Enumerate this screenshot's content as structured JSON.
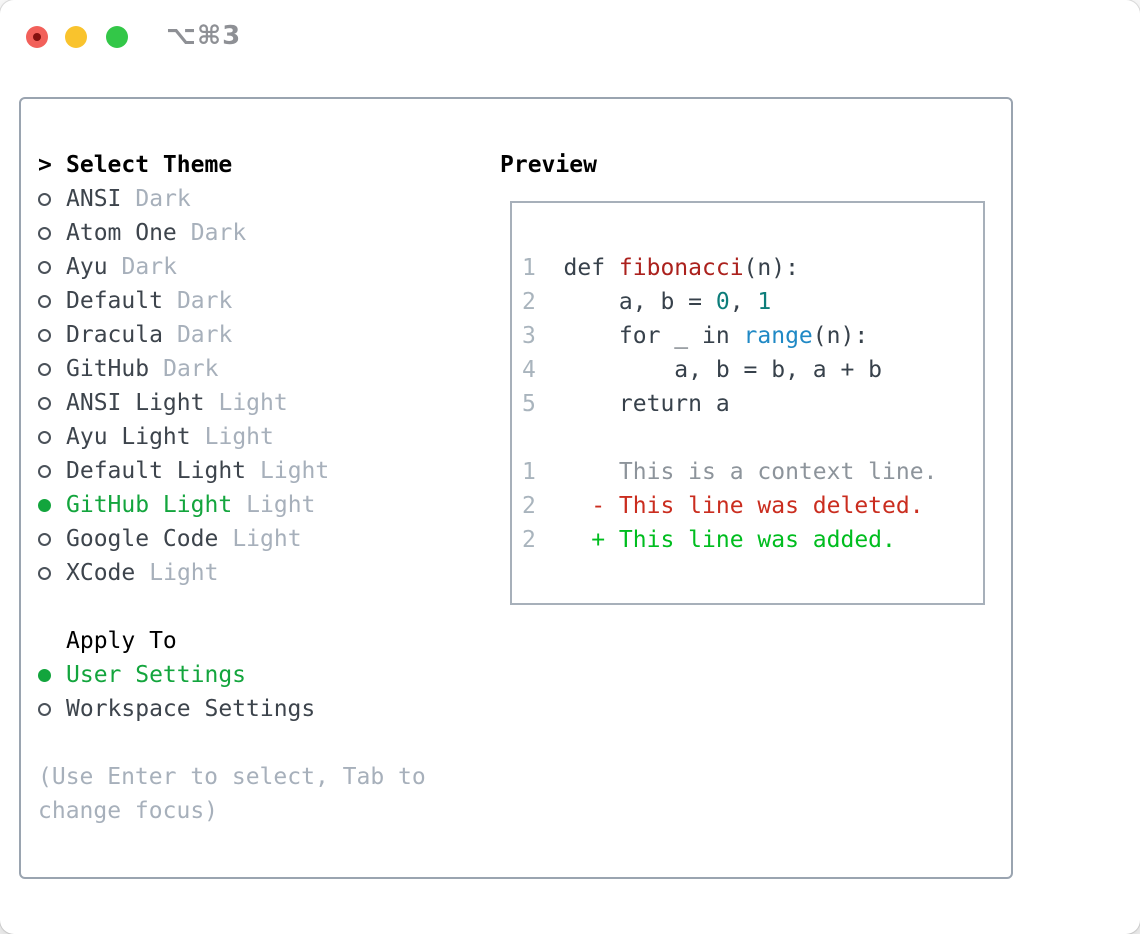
{
  "window": {
    "title": "⌥⌘3",
    "traffic_lights": [
      {
        "name": "close",
        "color": "#f2605a"
      },
      {
        "name": "minimize",
        "color": "#f9c32d"
      },
      {
        "name": "zoom",
        "color": "#33c748"
      }
    ]
  },
  "theme_picker": {
    "header": {
      "focus_indicator": ">",
      "label": "Select Theme"
    },
    "themes": [
      {
        "name": "ANSI",
        "variant": "Dark",
        "selected": false
      },
      {
        "name": "Atom One",
        "variant": "Dark",
        "selected": false
      },
      {
        "name": "Ayu",
        "variant": "Dark",
        "selected": false
      },
      {
        "name": "Default",
        "variant": "Dark",
        "selected": false
      },
      {
        "name": "Dracula",
        "variant": "Dark",
        "selected": false
      },
      {
        "name": "GitHub",
        "variant": "Dark",
        "selected": false
      },
      {
        "name": "ANSI Light",
        "variant": "Light",
        "selected": false
      },
      {
        "name": "Ayu Light",
        "variant": "Light",
        "selected": false
      },
      {
        "name": "Default Light",
        "variant": "Light",
        "selected": false
      },
      {
        "name": "GitHub Light",
        "variant": "Light",
        "selected": true
      },
      {
        "name": "Google Code",
        "variant": "Light",
        "selected": false
      },
      {
        "name": "XCode",
        "variant": "Light",
        "selected": false
      }
    ],
    "apply_to": {
      "label": "Apply To",
      "options": [
        {
          "name": "User Settings",
          "selected": true
        },
        {
          "name": "Workspace Settings",
          "selected": false
        }
      ]
    },
    "hint_lines": [
      "(Use Enter to select, Tab to",
      "change focus)"
    ]
  },
  "preview": {
    "title": "Preview",
    "code_lines": [
      {
        "num": "1",
        "segments": [
          {
            "t": "def ",
            "s": "fg"
          },
          {
            "t": "fibonacci",
            "s": "fn"
          },
          {
            "t": "(n):",
            "s": "fg"
          }
        ]
      },
      {
        "num": "2",
        "segments": [
          {
            "t": "    a, b = ",
            "s": "fg"
          },
          {
            "t": "0",
            "s": "lit"
          },
          {
            "t": ", ",
            "s": "fg"
          },
          {
            "t": "1",
            "s": "lit"
          }
        ]
      },
      {
        "num": "3",
        "segments": [
          {
            "t": "    for _ in ",
            "s": "fg"
          },
          {
            "t": "range",
            "s": "builtin"
          },
          {
            "t": "(n):",
            "s": "fg"
          }
        ]
      },
      {
        "num": "4",
        "segments": [
          {
            "t": "        a, b = b, a + b",
            "s": "fg"
          }
        ]
      },
      {
        "num": "5",
        "segments": [
          {
            "t": "    return a",
            "s": "fg"
          }
        ]
      },
      {
        "num": "",
        "segments": []
      },
      {
        "num": "1",
        "segments": [
          {
            "t": "    This is a context line.",
            "s": "ctx"
          }
        ]
      },
      {
        "num": "2",
        "segments": [
          {
            "t": "  - This line was deleted.",
            "s": "del"
          }
        ]
      },
      {
        "num": "2",
        "segments": [
          {
            "t": "  + This line was added.",
            "s": "add"
          }
        ]
      }
    ]
  },
  "colors": {
    "selection_green": "#13a53d",
    "added_green": "#00bd1f",
    "deleted_red": "#ca2d1f",
    "function_red": "#ab211d",
    "number_teal": "#0d7d7a",
    "builtin_blue": "#2089c5",
    "muted_gray": "#a7b0bb",
    "panel_border": "#9aa4b0"
  }
}
